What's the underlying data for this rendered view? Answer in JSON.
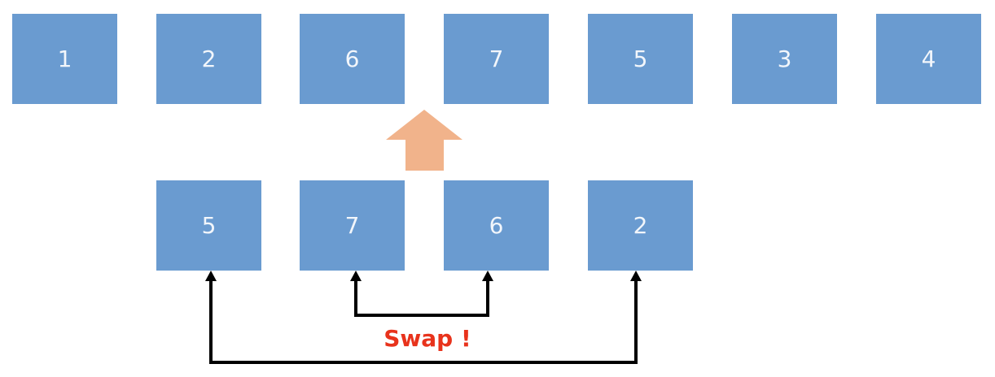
{
  "top_row": [
    "1",
    "2",
    "6",
    "7",
    "5",
    "3",
    "4"
  ],
  "bottom_row": [
    "5",
    "7",
    "6",
    "2"
  ],
  "swap_label": "Swap !",
  "colors": {
    "box": "#6a9bd0",
    "box_text": "#f2f6fb",
    "up_arrow": "#f1b38b",
    "swap_arrows": "#000000",
    "swap_label": "#e8331c"
  }
}
